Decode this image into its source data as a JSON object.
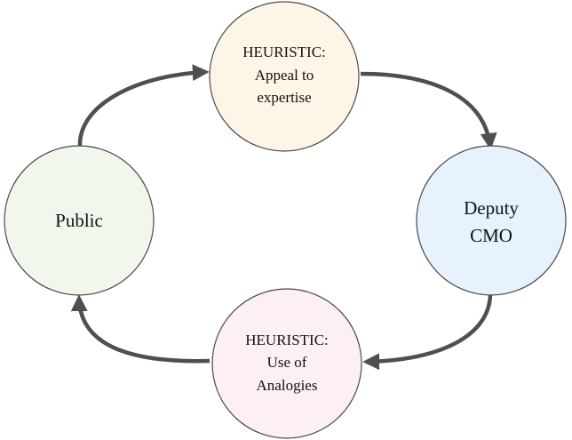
{
  "nodes": {
    "top": {
      "lines": [
        "HEURISTIC:",
        "Appeal to",
        "expertise"
      ],
      "fill": "#fdf6e7"
    },
    "right": {
      "lines": [
        "Deputy",
        "CMO"
      ],
      "fill": "#e6f2fd"
    },
    "bottom": {
      "lines": [
        "HEURISTIC:",
        "Use of",
        "Analogies"
      ],
      "fill": "#fcf0f6"
    },
    "left": {
      "lines": [
        "Public"
      ],
      "fill": "#f2f7ee"
    }
  },
  "colors": {
    "stroke": "#4a4a4a",
    "arrow": "#4f4f4f"
  },
  "edges": [
    {
      "from": "left",
      "to": "top"
    },
    {
      "from": "top",
      "to": "right"
    },
    {
      "from": "right",
      "to": "bottom"
    },
    {
      "from": "bottom",
      "to": "left"
    }
  ]
}
